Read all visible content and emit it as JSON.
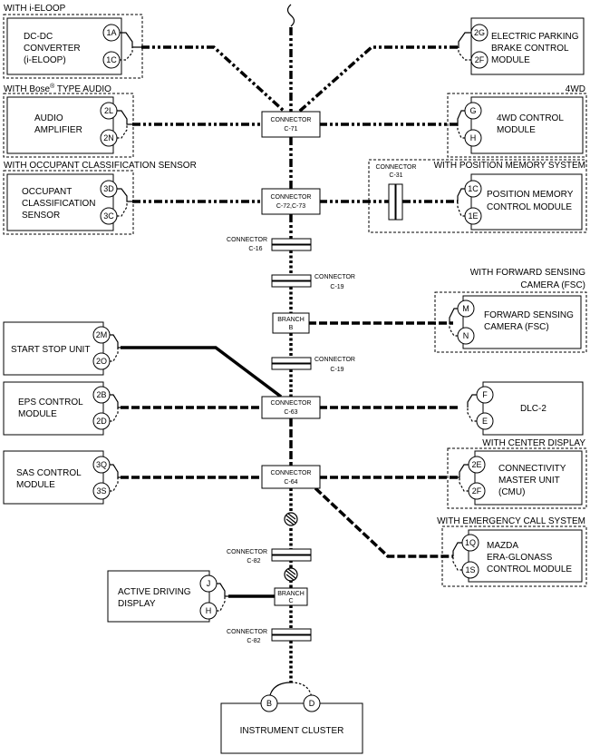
{
  "sections": {
    "eloop": "WITH i-ELOOP",
    "bose_pre": "WITH Bose",
    "bose_sup": "®",
    "bose_post": " TYPE AUDIO",
    "fourwd": "4WD",
    "occupant": "WITH OCCUPANT CLASSIFICATION SENSOR",
    "position_memory": "WITH POSITION MEMORY SYSTEM",
    "fsc_line1": "WITH FORWARD SENSING",
    "fsc_line2": "CAMERA (FSC)",
    "center_display": "WITH CENTER DISPLAY",
    "emergency_call": "WITH EMERGENCY CALL SYSTEM"
  },
  "modules": {
    "dcdc": [
      "DC-DC",
      "CONVERTER",
      "(i-ELOOP)"
    ],
    "epb": [
      "ELECTRIC PARKING",
      "BRAKE CONTROL",
      "MODULE"
    ],
    "audio": [
      "AUDIO",
      "AMPLIFIER"
    ],
    "fourwd": [
      "4WD CONTROL",
      "MODULE"
    ],
    "occupant": [
      "OCCUPANT",
      "CLASSIFICATION",
      "SENSOR"
    ],
    "position_memory": [
      "POSITION MEMORY",
      "CONTROL MODULE"
    ],
    "fsc": [
      "FORWARD SENSING",
      "CAMERA (FSC)"
    ],
    "start_stop": [
      "START STOP UNIT"
    ],
    "eps": [
      "EPS CONTROL",
      "MODULE"
    ],
    "dlc": [
      "DLC-2"
    ],
    "sas": [
      "SAS CONTROL",
      "MODULE"
    ],
    "cmu": [
      "CONNECTIVITY",
      "MASTER UNIT",
      "(CMU)"
    ],
    "ad_display": [
      "ACTIVE DRIVING",
      "DISPLAY"
    ],
    "era": [
      "MAZDA",
      "ERA-GLONASS",
      "CONTROL MODULE"
    ],
    "cluster": [
      "INSTRUMENT CLUSTER"
    ]
  },
  "pins": {
    "dcdc": [
      "1A",
      "1C"
    ],
    "epb": [
      "2G",
      "2F"
    ],
    "audio": [
      "2L",
      "2N"
    ],
    "fourwd": [
      "G",
      "H"
    ],
    "occupant": [
      "3D",
      "3C"
    ],
    "position_memory": [
      "1C",
      "1E"
    ],
    "fsc": [
      "M",
      "N"
    ],
    "start_stop": [
      "2M",
      "2O"
    ],
    "eps": [
      "2B",
      "2D"
    ],
    "dlc": [
      "F",
      "E"
    ],
    "sas": [
      "3Q",
      "3S"
    ],
    "cmu": [
      "2E",
      "2F"
    ],
    "ad_display": [
      "J",
      "H"
    ],
    "era": [
      "1Q",
      "1S"
    ],
    "cluster": [
      "B",
      "D"
    ]
  },
  "connectors": {
    "c71": [
      "CONNECTOR",
      "C-71"
    ],
    "c72": [
      "CONNECTOR",
      "C-72,C-73"
    ],
    "c31": [
      "CONNECTOR",
      "C-31"
    ],
    "c16": [
      "CONNECTOR",
      "C-16"
    ],
    "c19a": [
      "CONNECTOR",
      "C-19"
    ],
    "branch_b": [
      "BRANCH",
      "B"
    ],
    "c19b": [
      "CONNECTOR",
      "C-19"
    ],
    "c63": [
      "CONNECTOR",
      "C-63"
    ],
    "c64": [
      "CONNECTOR",
      "C-64"
    ],
    "c82a": [
      "CONNECTOR",
      "C-82"
    ],
    "branch_c": [
      "BRANCH",
      "C"
    ],
    "c82b": [
      "CONNECTOR",
      "C-82"
    ]
  }
}
